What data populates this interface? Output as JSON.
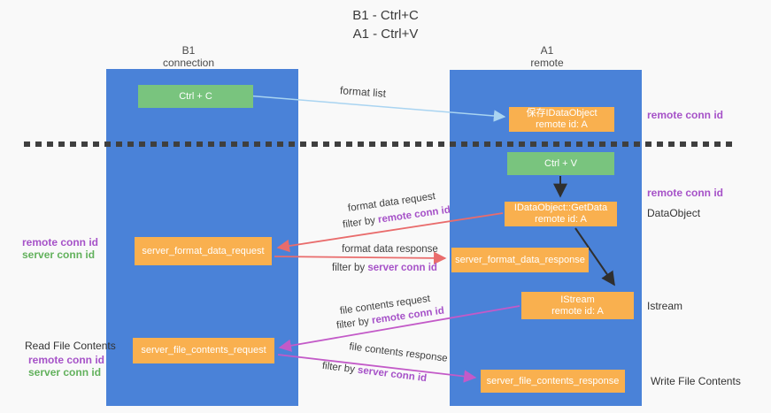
{
  "title": {
    "line1": "B1 - Ctrl+C",
    "line2": "A1 - Ctrl+V"
  },
  "columns": {
    "left": {
      "header_line1": "B1",
      "header_line2": "connection"
    },
    "right": {
      "header_line1": "A1",
      "header_line2": "remote"
    }
  },
  "boxes": {
    "ctrl_c": "Ctrl + C",
    "ctrl_v": "Ctrl + V",
    "save_idataobject_line1": "保存IDataObject",
    "save_idataobject_line2": "remote id: A",
    "getdata_line1": "IDataObject::GetData",
    "getdata_line2": "remote id: A",
    "istream_line1": "IStream",
    "istream_line2": "remote id: A",
    "server_format_data_request": "server_format_data_request",
    "server_format_data_response": "server_format_data_response",
    "server_file_contents_request": "server_file_contents_request",
    "server_file_contents_response": "server_file_contents_response"
  },
  "arrow_labels": {
    "format_list": "format list",
    "format_data_request": "format data request",
    "format_data_request_filter_prefix": "filter by ",
    "format_data_request_filter_key": "remote conn id",
    "format_data_response": "format data response",
    "format_data_response_filter_prefix": "filter by ",
    "format_data_response_filter_key": "server conn id",
    "file_contents_request": "file contents request",
    "file_contents_request_filter_prefix": "filter by ",
    "file_contents_request_filter_key": "remote conn id",
    "file_contents_response": "file contents response",
    "file_contents_response_filter_prefix": "filter by ",
    "file_contents_response_filter_key": "server conn id"
  },
  "side_labels": {
    "right_remote_conn_id_top": "remote conn id",
    "right_remote_conn_id_mid": "remote conn id",
    "right_dataobject": "DataObject",
    "right_istream": "Istream",
    "right_write_file_contents": "Write File Contents",
    "left_remote_conn_id_top": "remote conn id",
    "left_server_conn_id_top": "server conn id",
    "left_read_file_contents": "Read File Contents",
    "left_remote_conn_id_bottom": "remote conn id",
    "left_server_conn_id_bottom": "server conn id"
  },
  "colors": {
    "column_blue": "#4a82d8",
    "box_green": "#79c47e",
    "box_orange": "#f9b04f",
    "arrow_light_blue": "#a9d4f1",
    "arrow_red": "#e96c6c",
    "arrow_magenta": "#c35ac8",
    "arrow_black": "#2f2f2f",
    "text_purple": "#a652c8",
    "text_green": "#62b15c",
    "dashed_line": "#3f3f3f"
  }
}
